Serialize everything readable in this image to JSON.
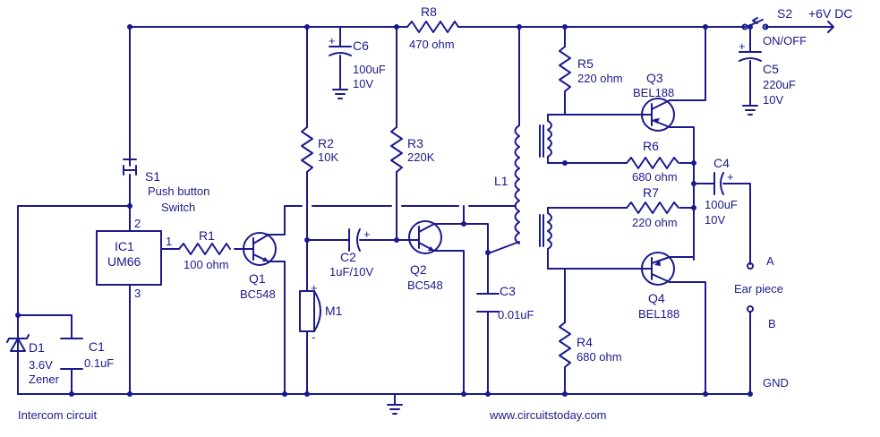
{
  "diagram": {
    "title": "Intercom circuit",
    "website": "www.circuitstoday.com",
    "colors": {
      "wire": "#1a1a8c",
      "background": "#ffffff"
    },
    "components": {
      "R8": {
        "ref": "R8",
        "value": "470 ohm"
      },
      "C6": {
        "ref": "C6",
        "value": "100uF",
        "voltage": "10V",
        "plus": "+"
      },
      "S2": {
        "ref": "S2",
        "label": "ON/OFF",
        "supply": "+6V DC"
      },
      "C5": {
        "ref": "C5",
        "value": "220uF",
        "voltage": "10V",
        "plus": "+"
      },
      "R5": {
        "ref": "R5",
        "value": "220 ohm"
      },
      "Q3": {
        "ref": "Q3",
        "part": "BEL188"
      },
      "R6": {
        "ref": "R6",
        "value": "680 ohm"
      },
      "C4": {
        "ref": "C4",
        "value": "100uF",
        "voltage": "10V",
        "plus": "+"
      },
      "R7": {
        "ref": "R7",
        "value": "220 ohm"
      },
      "Q4": {
        "ref": "Q4",
        "part": "BEL188"
      },
      "R4": {
        "ref": "R4",
        "value": "680 ohm"
      },
      "R2": {
        "ref": "R2",
        "value": "10K"
      },
      "R3": {
        "ref": "R3",
        "value": "220K"
      },
      "L1": {
        "ref": "L1"
      },
      "S1": {
        "ref": "S1",
        "label1": "Push button",
        "label2": "Switch"
      },
      "IC1": {
        "ref": "IC1",
        "part": "UM66",
        "pin1": "1",
        "pin2": "2",
        "pin3": "3"
      },
      "R1": {
        "ref": "R1",
        "value": "100 ohm"
      },
      "Q1": {
        "ref": "Q1",
        "part": "BC548"
      },
      "C2": {
        "ref": "C2",
        "value": "1uF/10V",
        "plus": "+"
      },
      "Q2": {
        "ref": "Q2",
        "part": "BC548"
      },
      "C3": {
        "ref": "C3",
        "value": "0.01uF"
      },
      "M1": {
        "ref": "M1",
        "plus": "+",
        "minus": "-"
      },
      "D1": {
        "ref": "D1",
        "value": "3.6V",
        "type": "Zener"
      },
      "C1": {
        "ref": "C1",
        "value": "0.1uF"
      },
      "EAR": {
        "label": "Ear piece",
        "a": "A",
        "b": "B"
      },
      "GND": {
        "label": "GND"
      }
    }
  }
}
